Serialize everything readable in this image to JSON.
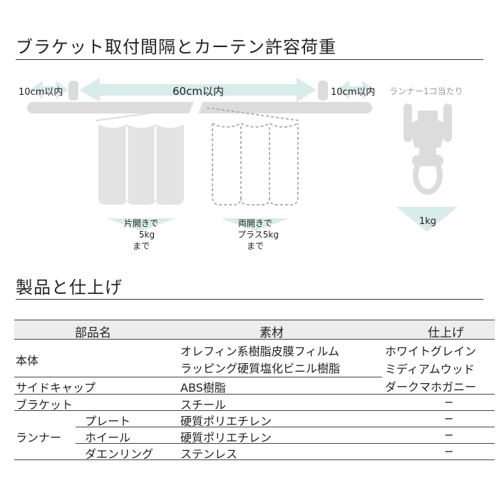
{
  "section1": {
    "title": "ブラケット取付間隔とカーテン許容荷重"
  },
  "diagram": {
    "label_left": "10cm以内",
    "label_center": "60cm以内",
    "label_right": "10cm以内",
    "label_runner": "ランナー1コ当たり",
    "load_left": [
      "片開きで",
      "5kg",
      "まで"
    ],
    "load_center": [
      "両開きで",
      "プラス5kg",
      "まで"
    ],
    "load_runner": "1kg",
    "colors": {
      "arrow": "#d8ecea",
      "rail": "#dcdcdc",
      "curtain": "#e3e3e3",
      "dash": "#aaaaaa"
    }
  },
  "section2": {
    "title": "製品と仕上げ"
  },
  "table": {
    "headers": {
      "part": "部品名",
      "material": "素材",
      "finish": "仕上げ"
    },
    "rows": {
      "body": {
        "part": "本体",
        "material1": "オレフィン系樹脂皮膜フィルム",
        "material2": "ラッピング硬質塩化ビニル樹脂"
      },
      "sidecap": {
        "part": "サイドキャップ",
        "material": "ABS樹脂"
      },
      "finishes": [
        "ホワイトグレイン",
        "ミディアムウッド",
        "ダークマホガニー"
      ],
      "bracket": {
        "part": "ブラケット",
        "material": "スチール",
        "finish": "−"
      },
      "runner": {
        "part": "ランナー",
        "plate": {
          "sub": "プレート",
          "material": "硬質ポリエチレン",
          "finish": "−"
        },
        "wheel": {
          "sub": "ホイール",
          "material": "硬質ポリエチレン",
          "finish": "−"
        },
        "ring": {
          "sub": "ダエンリング",
          "material": "ステンレス",
          "finish": "−"
        }
      }
    }
  }
}
